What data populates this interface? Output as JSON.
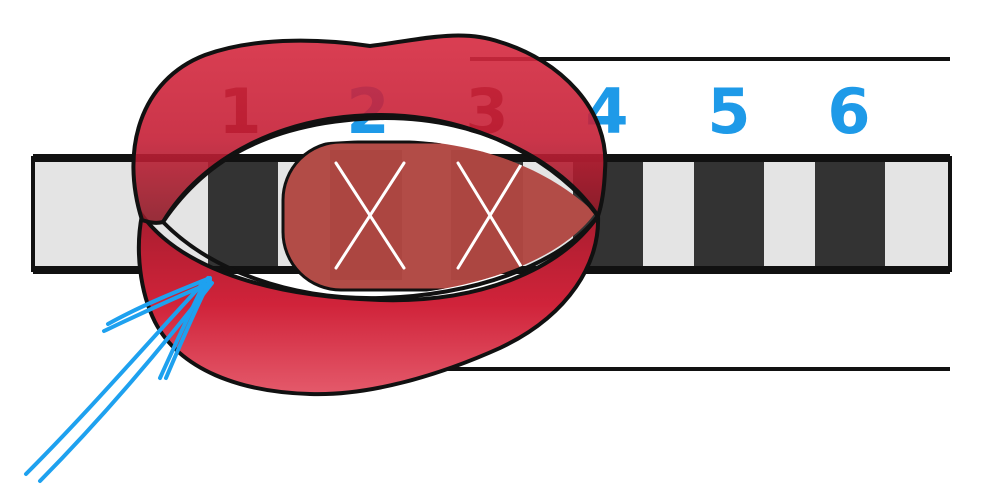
{
  "teeth_labels": [
    {
      "label": "1",
      "hidden_by_lips": true
    },
    {
      "label": "2",
      "hidden_by_lips": false
    },
    {
      "label": "3",
      "hidden_by_lips": true
    },
    {
      "label": "4",
      "hidden_by_lips": false
    },
    {
      "label": "5",
      "hidden_by_lips": false
    },
    {
      "label": "6",
      "hidden_by_lips": false
    }
  ],
  "missing_teeth": [
    "2",
    "3"
  ],
  "pointer": "arrow-icon",
  "colors": {
    "label_blue": "#1e9ae8",
    "label_dark": "#5a1518",
    "tooth_dark": "#333333",
    "gap_light": "#e4e4e4",
    "lip_red": "#cf2339",
    "tongue": "#b24c47",
    "arrow": "#1ea1ef"
  }
}
